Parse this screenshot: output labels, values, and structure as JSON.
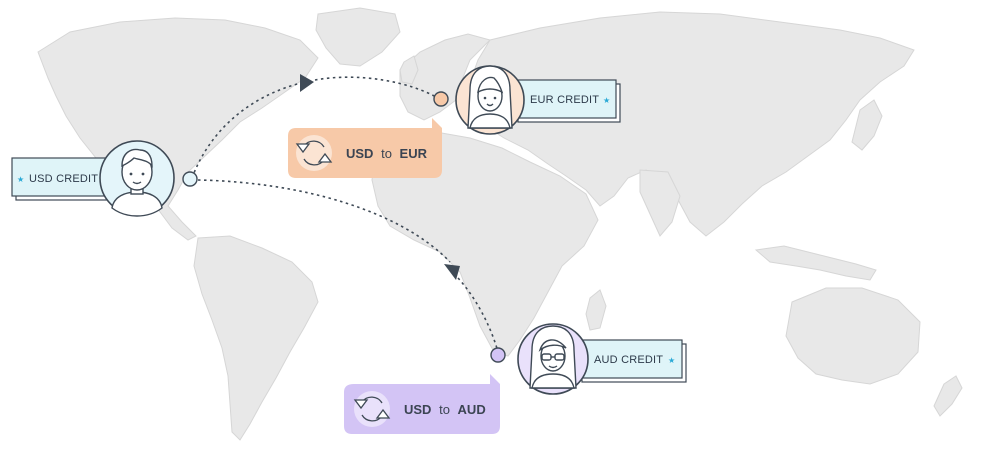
{
  "colors": {
    "land": "#e8e8e8",
    "land_stroke": "#d6d6d6",
    "outline": "#3f4a56",
    "tag_fill": "#dff4f8",
    "tag_star": "#29a9d6",
    "eur_accent": "#f7c9a8",
    "aud_accent": "#d3c4f5",
    "usd_node": "#e4f5fa"
  },
  "icons": {
    "exchange": "exchange-cycle-icon",
    "star": "star-icon"
  },
  "nodes": {
    "usd": {
      "label": "USD CREDIT",
      "avatar": "man-avatar"
    },
    "eur": {
      "label": "EUR CREDIT",
      "avatar": "woman-avatar"
    },
    "aud": {
      "label": "AUD CREDIT",
      "avatar": "woman-with-glasses-avatar"
    }
  },
  "conversions": [
    {
      "id": "usd-eur",
      "from": "USD",
      "connector": "to",
      "to": "EUR"
    },
    {
      "id": "usd-aud",
      "from": "USD",
      "connector": "to",
      "to": "AUD"
    }
  ]
}
